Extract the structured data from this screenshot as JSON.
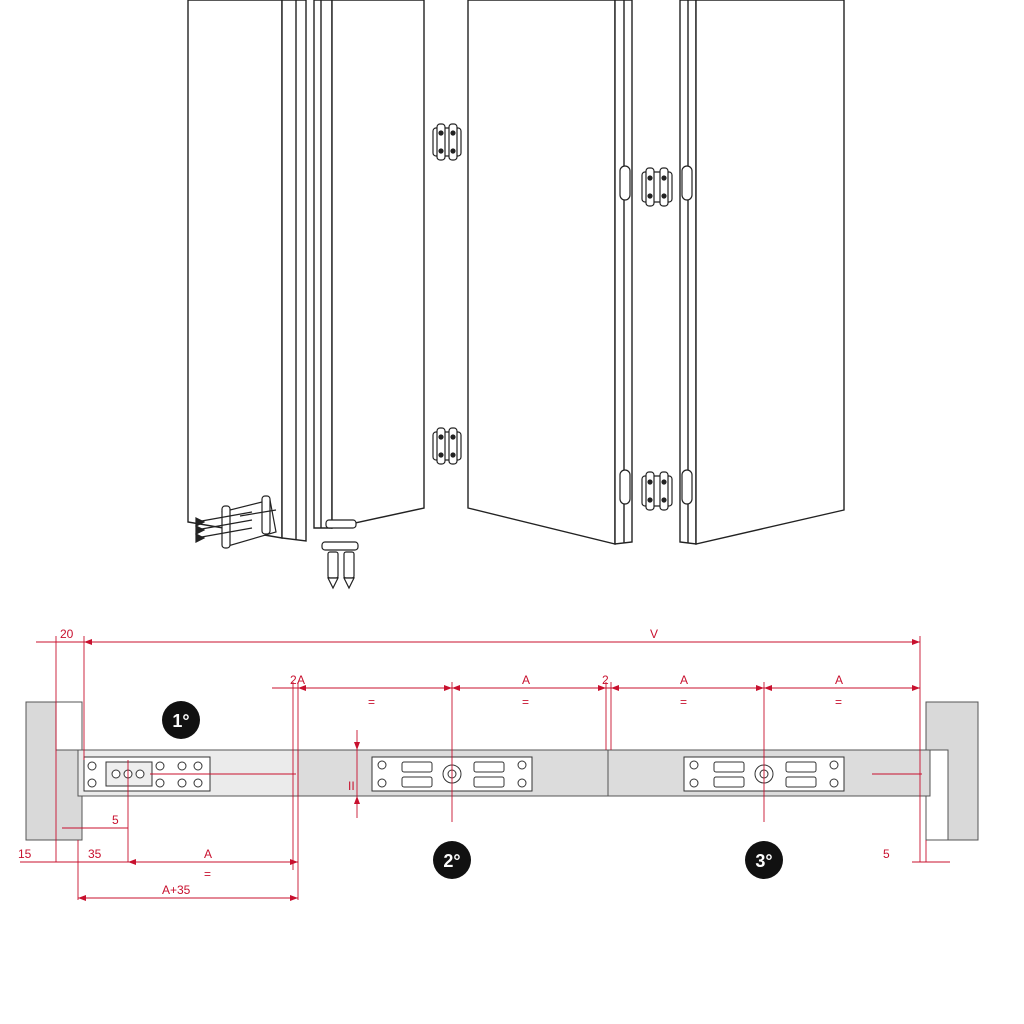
{
  "colors": {
    "line": "#222222",
    "dimension": "#c8102e",
    "track_fill": "#dcdcdc",
    "wall_fill": "#d9d9d9",
    "badge": "#111111"
  },
  "labels": {
    "total_width": "V",
    "top_left_offset": "20",
    "gap_first": "2",
    "gap_first_suffix": "A",
    "gap_second": "2",
    "panel_span": "A",
    "equal_mark": "=",
    "pivot_offset": "5",
    "end_offset_right": "5",
    "wall_clearance": "15",
    "bracket_offset": "35",
    "first_panel": "A",
    "first_panel_total": "A+35",
    "small_gap_mark": "II"
  },
  "steps": [
    "1°",
    "2°",
    "3°"
  ]
}
